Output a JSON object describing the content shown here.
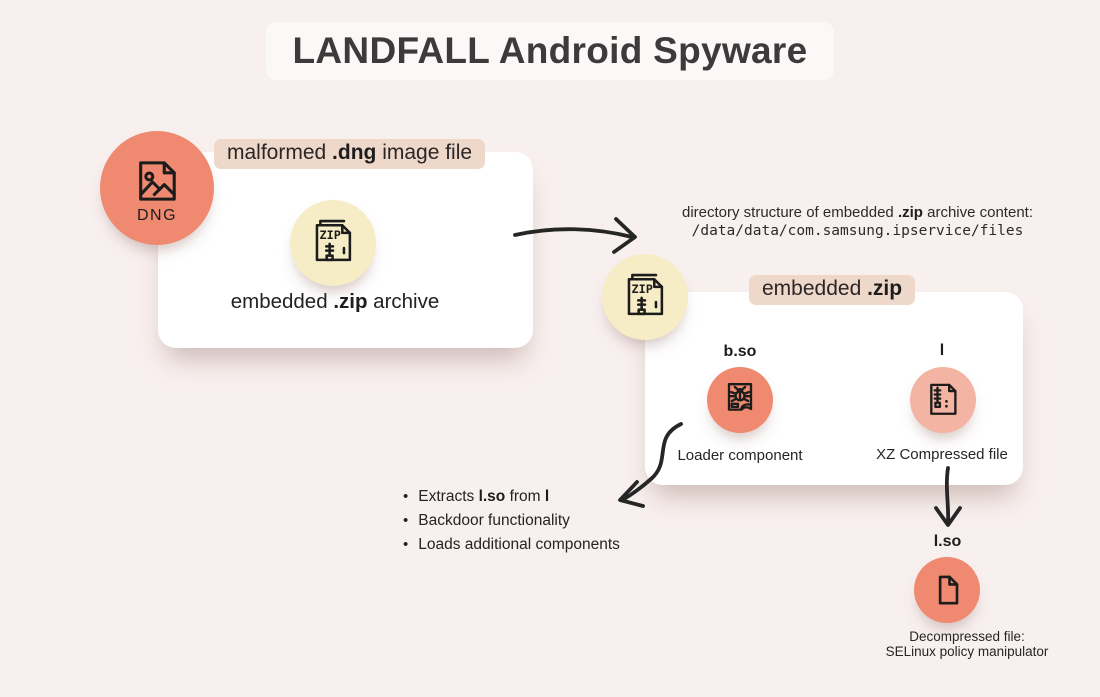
{
  "title": "LANDFALL Android Spyware",
  "colors": {
    "background": "#f8f0ef",
    "card": "#ffffff",
    "salmon": "#ef8a70",
    "light_pink": "#f4b4a3",
    "yellow": "#f6ecc6",
    "label_bg": "#eed8ca",
    "ink": "#242424",
    "title_color": "#3e393a"
  },
  "dng_node": {
    "icon": "image-file-icon",
    "badge": "DNG"
  },
  "card1": {
    "label": {
      "pre": "malformed ",
      "bold": ".dng",
      "post": " image file"
    },
    "icon": "zip-file-icon",
    "caption": {
      "pre": "embedded ",
      "bold": ".zip",
      "post": " archive"
    }
  },
  "note": {
    "line1": {
      "pre": "directory structure of embedded ",
      "bold": ".zip",
      "post": " archive content:"
    },
    "path": "/data/data/com.samsung.ipservice/files"
  },
  "card2": {
    "label": {
      "pre": "embedded ",
      "bold": ".zip"
    },
    "icon": "zip-file-icon",
    "items": [
      {
        "name": "b.so",
        "caption": "Loader component",
        "icon": "bug-file-icon"
      },
      {
        "name": "l",
        "caption": "XZ Compressed file",
        "icon": "xz-file-icon"
      }
    ]
  },
  "bullets": {
    "items": [
      {
        "pre": "Extracts ",
        "bold1": "l.so",
        "mid": " from ",
        "bold2": "l"
      },
      {
        "pre": "Backdoor functionality"
      },
      {
        "pre": "Loads additional components"
      }
    ]
  },
  "output_node": {
    "name": "l.so",
    "icon": "file-icon",
    "caption_line1": "Decompressed file:",
    "caption_line2": "SELinux policy manipulator"
  }
}
